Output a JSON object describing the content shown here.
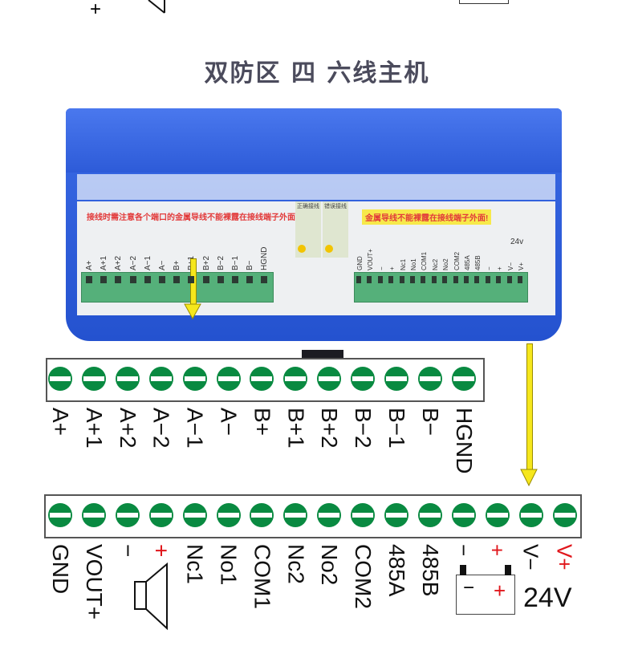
{
  "title": "双防区 四 六线主机",
  "top_partial": {
    "plus": "+"
  },
  "device": {
    "warning_left": "接线时需注意各个端口的金属导线不能裸露在接线端子外面!",
    "warning_right": "金属导线不能裸露在接线端子外面!",
    "correct_wiring": "正确接线",
    "wrong_wiring": "错误接线",
    "left_terminals": [
      "A+",
      "A+1",
      "A+2",
      "A−2",
      "A−1",
      "A−",
      "B+",
      "B+1",
      "B+2",
      "B−2",
      "B−1",
      "B−",
      "HGND"
    ],
    "right_terminals": [
      "GND",
      "VOUT+",
      "−",
      "+",
      "Nc1",
      "No1",
      "COM1",
      "Nc2",
      "No2",
      "COM2",
      "485A",
      "485B",
      "−",
      "+",
      "V−",
      "V+"
    ],
    "battery_label": "24v"
  },
  "strip1": {
    "labels": [
      "A+",
      "A+1",
      "A+2",
      "A−2",
      "A−1",
      "A−",
      "B+",
      "B+1",
      "B+2",
      "B−2",
      "B−1",
      "B−",
      "HGND"
    ]
  },
  "strip2": {
    "labels": [
      {
        "text": "GND",
        "color": "black"
      },
      {
        "text": "VOUT+",
        "color": "black"
      },
      {
        "text": "−",
        "color": "black"
      },
      {
        "text": "+",
        "color": "red"
      },
      {
        "text": "Nc1",
        "color": "black"
      },
      {
        "text": "No1",
        "color": "black"
      },
      {
        "text": "COM1",
        "color": "black"
      },
      {
        "text": "Nc2",
        "color": "black"
      },
      {
        "text": "No2",
        "color": "black"
      },
      {
        "text": "COM2",
        "color": "black"
      },
      {
        "text": "485A",
        "color": "black"
      },
      {
        "text": "485B",
        "color": "black"
      },
      {
        "text": "−",
        "color": "black"
      },
      {
        "text": "+",
        "color": "red"
      },
      {
        "text": "V−",
        "color": "black"
      },
      {
        "text": "V+",
        "color": "red"
      }
    ],
    "battery_minus": "−",
    "battery_plus": "+",
    "voltage": "24V",
    "icons": [
      "speaker-icon",
      "battery-icon"
    ]
  },
  "colors": {
    "screw": "#098a41",
    "device": "#2c5bd8",
    "arrow": "#f6e71c",
    "red": "#e0161b"
  }
}
